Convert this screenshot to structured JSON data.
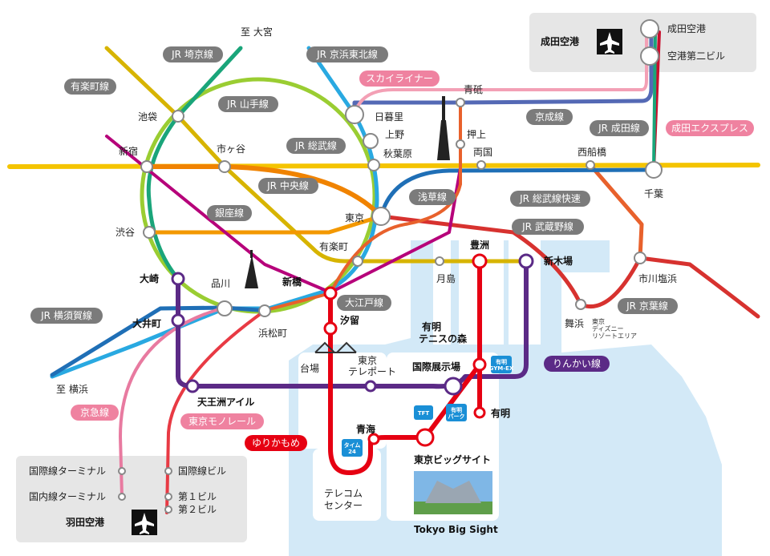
{
  "colors": {
    "water": "#d3e9f7",
    "yamanote": "#9acd32",
    "saikyo": "#1aa57a",
    "keihin": "#29a9e1",
    "chuo": "#f08300",
    "sobu": "#f4c400",
    "keiyo": "#d7322f",
    "yurikamome": "#e60012",
    "rinkai": "#5b2a86",
    "skyliner": "#f3a0b5",
    "keisei": "#5469b5",
    "narita_exp": "#c8102e",
    "yurakucho": "#d7b400",
    "ginza": "#f39800",
    "oedo": "#b6007a",
    "monorail": "#e83a44",
    "keikyu": "#e87aa0",
    "yokosuka": "#1f6fb6",
    "gray_tag": "#7b7b7b",
    "pink_tag": "#ef82a0"
  },
  "icons": {
    "airport": "airplane-icon"
  },
  "line_tags": [
    {
      "key": "yurakucho",
      "text": "有楽町線",
      "style": "gray"
    },
    {
      "key": "saikyo",
      "text": "JR 埼京線",
      "style": "gray"
    },
    {
      "key": "keihin",
      "text": "JR 京浜東北線",
      "style": "gray"
    },
    {
      "key": "skyliner",
      "text": "スカイライナー",
      "style": "pink"
    },
    {
      "key": "yamanote",
      "text": "JR 山手線",
      "style": "gray"
    },
    {
      "key": "keisei",
      "text": "京成線",
      "style": "gray"
    },
    {
      "key": "narita_line",
      "text": "JR 成田線",
      "style": "gray"
    },
    {
      "key": "narita_exp",
      "text": "成田エクスプレス",
      "style": "pink"
    },
    {
      "key": "sobu",
      "text": "JR 総武線",
      "style": "gray"
    },
    {
      "key": "chuo",
      "text": "JR 中央線",
      "style": "gray"
    },
    {
      "key": "asakusa",
      "text": "浅草線",
      "style": "gray"
    },
    {
      "key": "sobu_rapid",
      "text": "JR 総武線快速",
      "style": "gray"
    },
    {
      "key": "ginza",
      "text": "銀座線",
      "style": "gray"
    },
    {
      "key": "musashino",
      "text": "JR 武蔵野線",
      "style": "gray"
    },
    {
      "key": "oedo",
      "text": "大江戸線",
      "style": "gray"
    },
    {
      "key": "keiyo",
      "text": "JR 京葉線",
      "style": "gray"
    },
    {
      "key": "yokosuka",
      "text": "JR 横須賀線",
      "style": "gray"
    },
    {
      "key": "rinkai",
      "text": "りんかい線",
      "style": "purple"
    },
    {
      "key": "keikyu",
      "text": "京急線",
      "style": "pink"
    },
    {
      "key": "monorail",
      "text": "東京モノレール",
      "style": "pink"
    },
    {
      "key": "yurikamome",
      "text": "ゆりかもめ",
      "style": "red"
    }
  ],
  "stations": {
    "omiya": "至 大宮",
    "ikebukuro": "池袋",
    "shinjuku": "新宿",
    "ichigaya": "市ヶ谷",
    "shibuya": "渋谷",
    "osaki": "大崎",
    "shinagawa": "品川",
    "oimachi": "大井町",
    "hamamatsucho": "浜松町",
    "shimbashi": "新橋",
    "shiodome": "汐留",
    "yurakucho": "有楽町",
    "tokyo": "東京",
    "nippori": "日暮里",
    "ueno": "上野",
    "akihabara": "秋葉原",
    "aoto": "青砥",
    "oshiage": "押上",
    "ryogoku": "両国",
    "tsukishima": "月島",
    "toyosu": "豊洲",
    "shinkiba": "新木場",
    "nishifunabashi": "西船橋",
    "chiba": "千葉",
    "ichikawa": "市川塩浜",
    "maihama": "舞浜",
    "disney": "東京\nディズニー\nリゾートエリア",
    "yokohama": "至 横浜",
    "tennozu": "天王洲アイル",
    "daiba": "台場",
    "teleport": "東京\nテレポート",
    "kokusai": "国際展示場",
    "tennis": "有明\nテニスの森",
    "ariake": "有明",
    "aomi": "青海",
    "telecom": "テレコム\nセンター",
    "bigsight": "東京ビッグサイト",
    "bigsight_en": "Tokyo Big Sight"
  },
  "narita": {
    "name": "成田空港",
    "terminal1": "成田空港",
    "terminal2": "空港第二ビル"
  },
  "haneda": {
    "name": "羽田空港",
    "keikyu_intl": "国際線ターミナル",
    "keikyu_dom": "国内線ターミナル",
    "mono_intl": "国際線ビル",
    "mono_t1": "第１ビル",
    "mono_t2": "第２ビル"
  },
  "venue_badges": {
    "tft": "TFT",
    "ariake_park": "有明\nパーク",
    "gymex": "有明\nGYM-EX",
    "time24": "タイム\n24"
  }
}
